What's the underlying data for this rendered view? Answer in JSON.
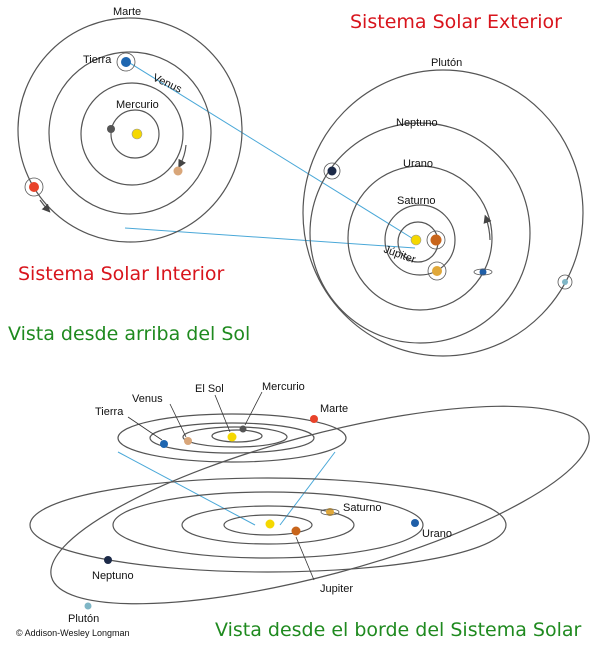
{
  "titles": {
    "outer": "Sistema Solar Exterior",
    "inner": "Sistema Solar Interior",
    "top_view": "Vista desde arriba del Sol",
    "edge_view": "Vista desde el borde del Sistema Solar"
  },
  "inner_labels": {
    "marte": "Marte",
    "tierra": "Tierra",
    "venus": "Venus",
    "mercurio": "Mercurio"
  },
  "outer_labels": {
    "pluton": "Plutón",
    "neptuno": "Neptuno",
    "urano": "Urano",
    "saturno": "Saturno",
    "jupiter": "Júpiter"
  },
  "edge_labels": {
    "tierra": "Tierra",
    "venus": "Venus",
    "sol": "El Sol",
    "mercurio": "Mercurio",
    "marte": "Marte",
    "saturno": "Saturno",
    "urano": "Urano",
    "neptuno": "Neptuno",
    "jupiter": "Jupiter",
    "pluton": "Plutón"
  },
  "copyright": "© Addison-Wesley Longman",
  "colors": {
    "title_red": "#d8141c",
    "title_green": "#1f8a1f",
    "sun": "#f5d800",
    "mercurio": "#555555",
    "venus": "#d9a679",
    "tierra": "#1e66b0",
    "marte": "#e8432a",
    "jupiter": "#c8651b",
    "saturno": "#e0a83a",
    "urano": "#1f5fa8",
    "neptuno": "#1c2a48",
    "pluton": "#7fb6c6",
    "connector": "#4aa8d8"
  }
}
